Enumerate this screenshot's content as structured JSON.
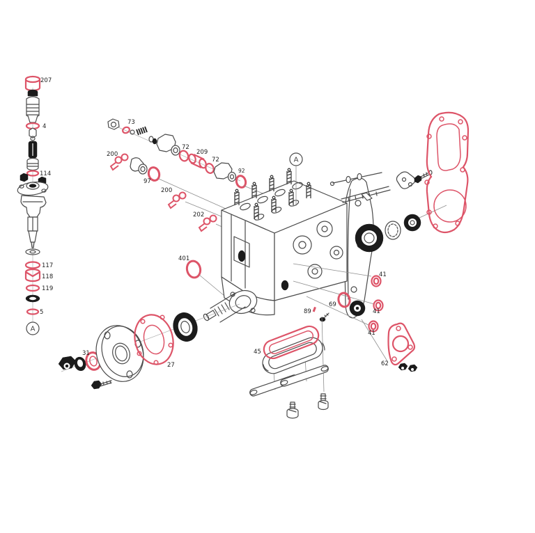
{
  "colors": {
    "highlight_red": "#dd5468",
    "line": "#4a4a4a",
    "dark": "#1b1b1b",
    "background": "#ffffff"
  },
  "callouts": {
    "c207": "207",
    "c4": "4",
    "c114": "114",
    "c117": "117",
    "c118": "118",
    "c119": "119",
    "c5": "5",
    "a_left": "A",
    "c73": "73",
    "c200a": "200",
    "c97": "97",
    "c200b": "200",
    "c202": "202",
    "c401": "401",
    "c72a": "72",
    "c209": "209",
    "c72b": "72",
    "c92": "92",
    "a_top": "A",
    "c41a": "41",
    "c69": "69",
    "c89": "89",
    "c41b": "41",
    "c41c": "41",
    "c45": "45",
    "c62": "62",
    "c31": "31",
    "c27": "27"
  }
}
